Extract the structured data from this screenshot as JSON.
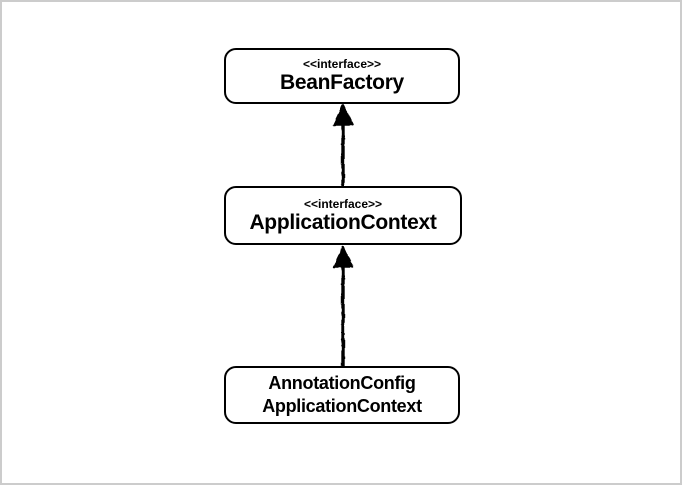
{
  "frame": {
    "background": "#ffffff",
    "border_color": "#cccccc"
  },
  "diagram": {
    "type": "class-hierarchy",
    "colors": {
      "node_border": "#000000",
      "node_fill": "#ffffff",
      "arrow": "#000000",
      "text": "#000000"
    },
    "nodes": [
      {
        "id": "bean-factory",
        "stereotype": "<<interface>>",
        "name": "BeanFactory"
      },
      {
        "id": "application-context",
        "stereotype": "<<interface>>",
        "name": "ApplicationContext"
      },
      {
        "id": "annotation-config-application-context",
        "stereotype": "",
        "name": "AnnotationConfig\nApplicationContext"
      }
    ],
    "edges": [
      {
        "from": "ApplicationContext",
        "to": "BeanFactory",
        "relation": "inheritance",
        "arrowhead": "filled-triangle-up"
      },
      {
        "from": "AnnotationConfigApplicationContext",
        "to": "ApplicationContext",
        "relation": "inheritance",
        "arrowhead": "filled-triangle-up"
      }
    ]
  }
}
